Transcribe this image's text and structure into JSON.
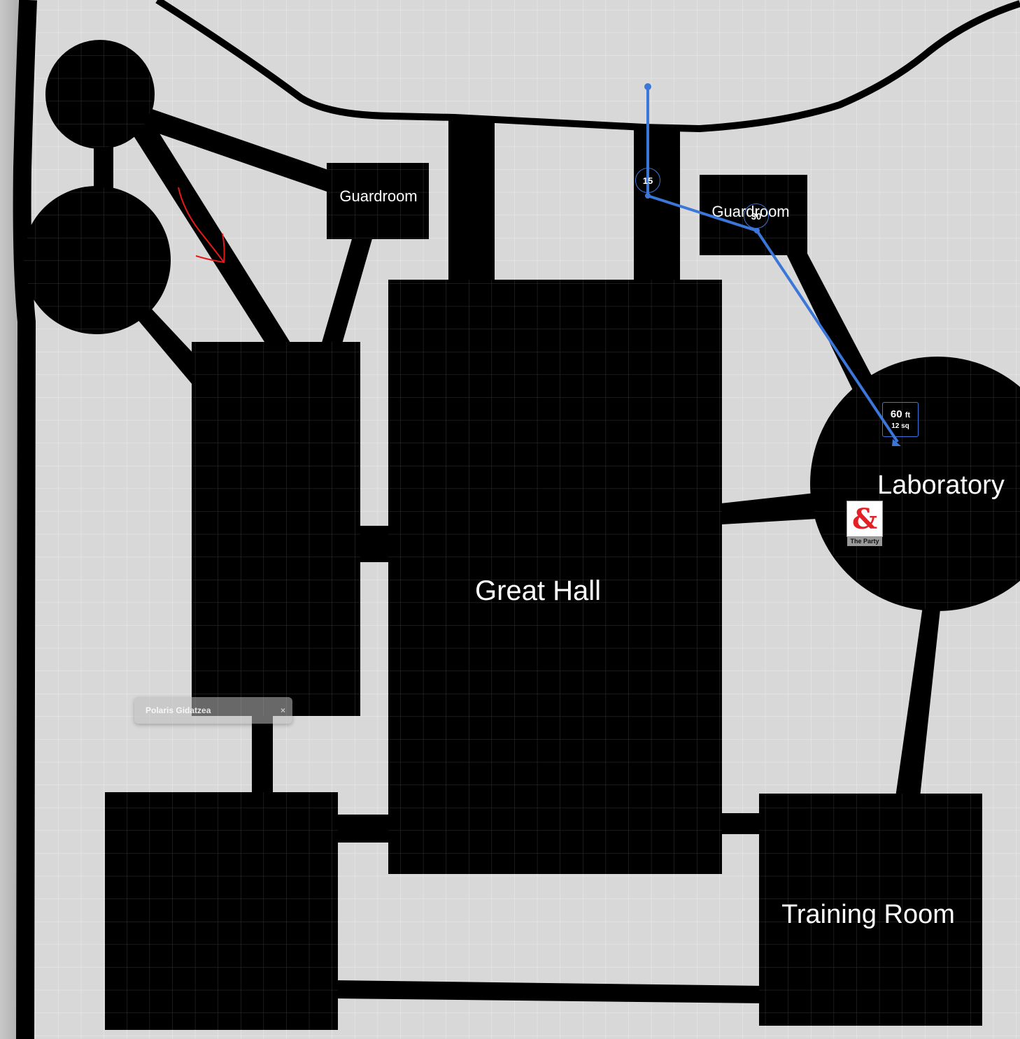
{
  "map": {
    "grid_color": "#ececec",
    "wall_color": "#000000",
    "floor_color": "#d8d8d8"
  },
  "rooms": {
    "guardroom_west": "Guardroom",
    "guardroom_east": "Guardroom",
    "great_hall": "Great Hall",
    "laboratory": "Laboratory",
    "training_room": "Training Room"
  },
  "measurement": {
    "color": "#3b77d9",
    "waypoint_1": "15",
    "waypoint_2": "30",
    "distance_value": "60",
    "distance_unit": "ft",
    "squares": "12 sq"
  },
  "token": {
    "name": "The Party",
    "icon": "dnd-ampersand-icon",
    "icon_color": "#e41f26"
  },
  "player_tag": {
    "name": "Polaris Gidatzea",
    "close": "×"
  },
  "annotation": {
    "color": "#e61919",
    "icon": "red-arrow-icon"
  }
}
